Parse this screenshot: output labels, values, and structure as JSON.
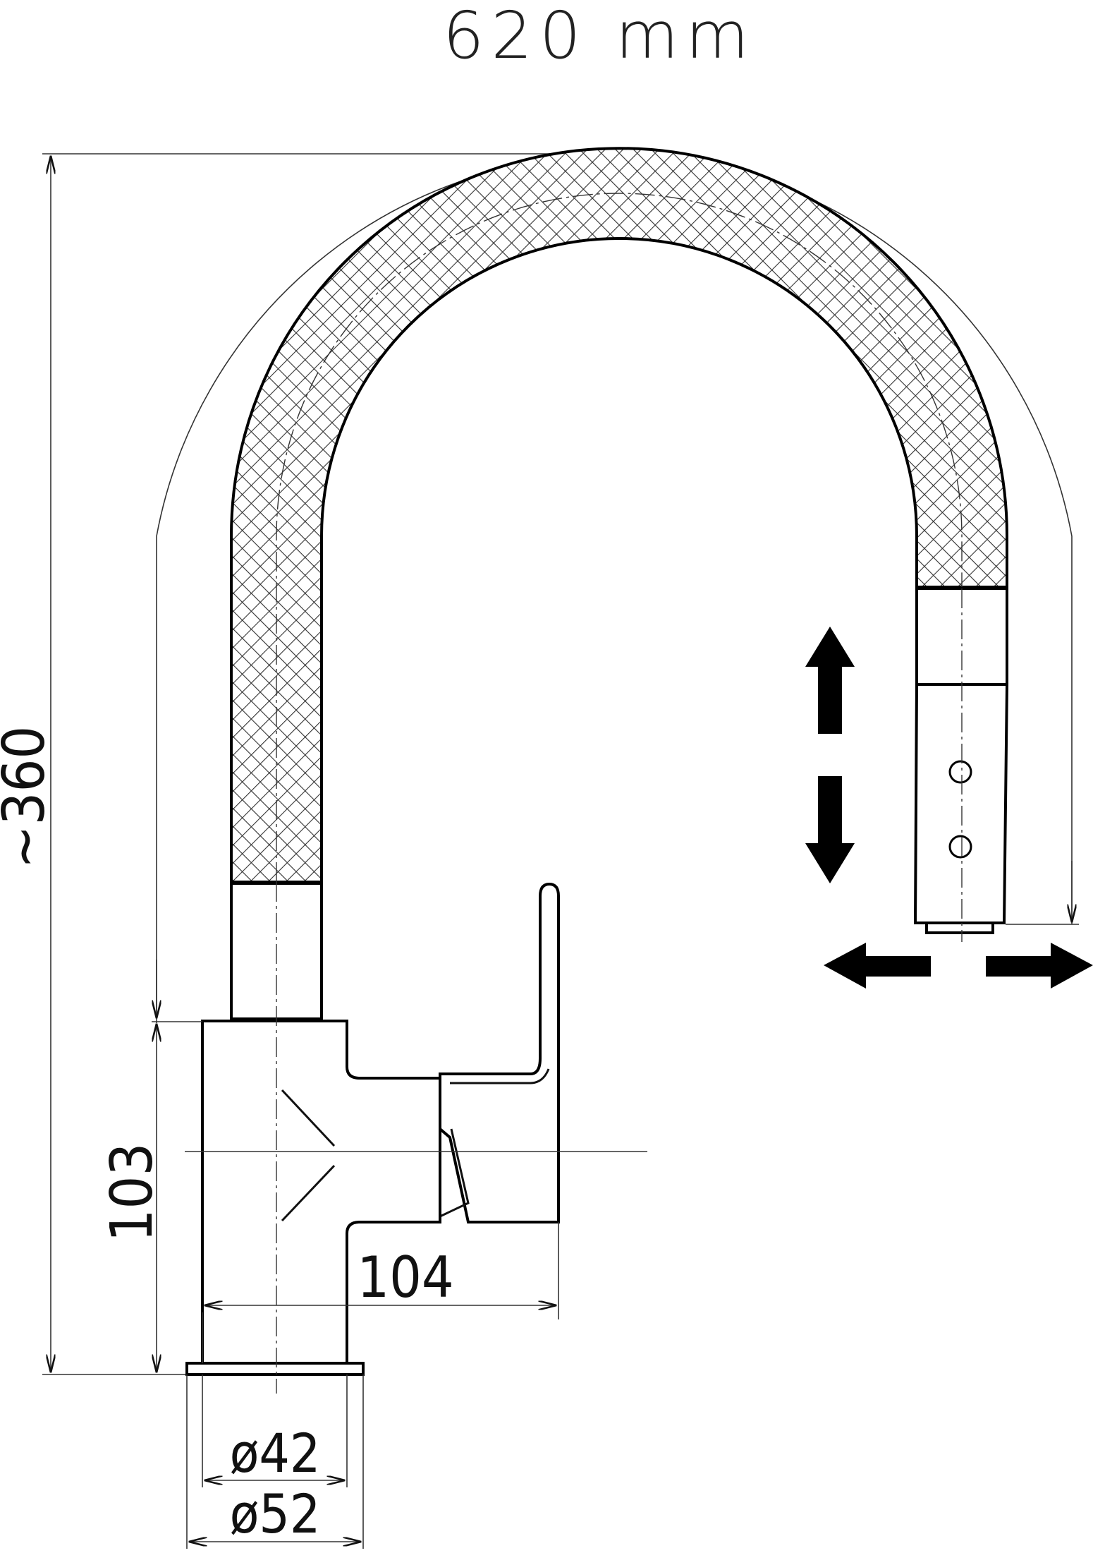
{
  "drawing": {
    "reach_label": "620 mm",
    "height_label": "~360",
    "body_height_label": "103",
    "spout_offset_label": "104",
    "inner_diameter_label": "ø42",
    "outer_diameter_label": "ø52"
  },
  "colors": {
    "line": "#111111",
    "hose_fill": "#444444",
    "background": "#ffffff"
  },
  "icons": {
    "pull_up": "arrow-up-icon",
    "pull_down": "arrow-down-icon",
    "swivel_left": "arrow-left-icon",
    "swivel_right": "arrow-right-icon"
  }
}
